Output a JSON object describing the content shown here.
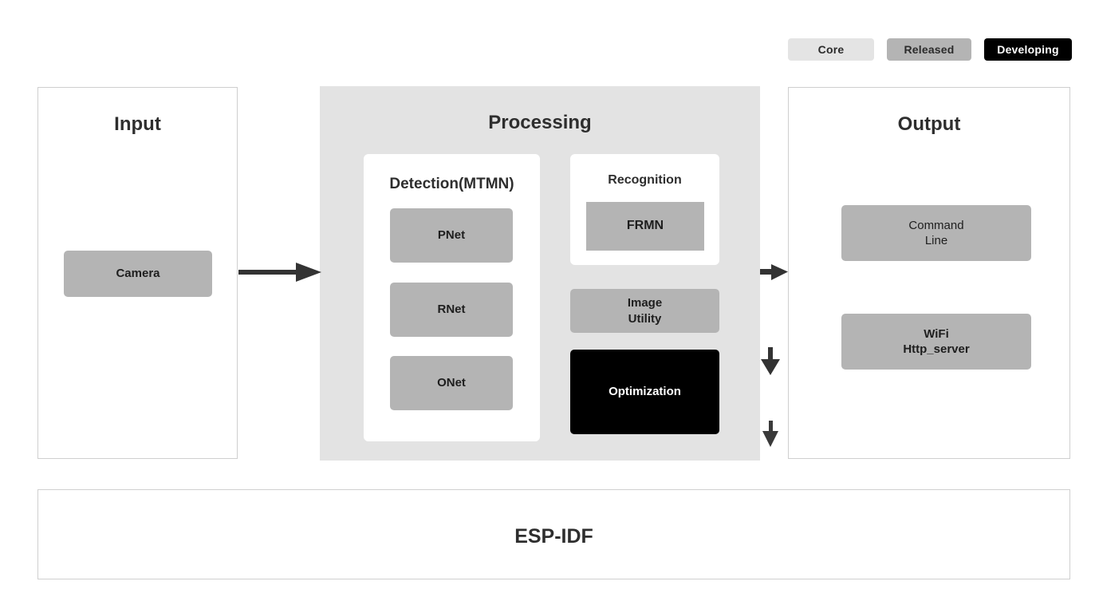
{
  "legend": {
    "items": [
      {
        "label": "Core",
        "status": "core",
        "color": "#e4e4e4"
      },
      {
        "label": "Released",
        "status": "released",
        "color": "#b4b4b4"
      },
      {
        "label": "Developing",
        "status": "developing",
        "color": "#000000"
      }
    ]
  },
  "input": {
    "title": "Input",
    "nodes": [
      {
        "label": "Camera",
        "status": "released"
      }
    ]
  },
  "processing": {
    "title": "Processing",
    "detection": {
      "title": "Detection(MTMN)",
      "nodes": [
        {
          "label": "PNet",
          "status": "released"
        },
        {
          "label": "RNet",
          "status": "released"
        },
        {
          "label": "ONet",
          "status": "released"
        }
      ]
    },
    "recognition": {
      "title": "Recognition",
      "nodes": [
        {
          "label": "FRMN",
          "status": "released"
        }
      ]
    },
    "nodes": [
      {
        "label": "Image\nUtility",
        "status": "released"
      },
      {
        "label": "Optimization",
        "status": "developing"
      }
    ]
  },
  "output": {
    "title": "Output",
    "nodes": [
      {
        "label": "Command\nLine",
        "status": "released"
      },
      {
        "label": "WiFi\nHttp_server",
        "status": "released"
      }
    ]
  },
  "foundation": {
    "title": "ESP-IDF"
  },
  "flow": {
    "edges": [
      {
        "from": "Input",
        "to": "Processing"
      },
      {
        "from": "Processing",
        "to": "Output"
      },
      {
        "from": "PNet",
        "to": "RNet"
      },
      {
        "from": "RNet",
        "to": "ONet"
      }
    ],
    "arrow_color": "#333333"
  }
}
